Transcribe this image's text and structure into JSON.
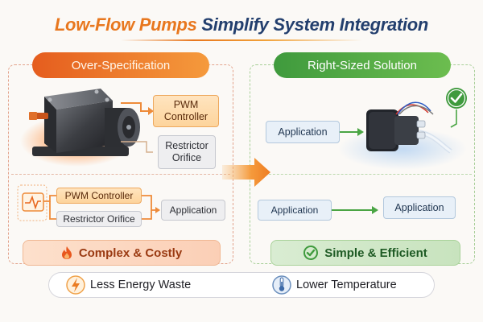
{
  "title": {
    "part1": "Low-Flow Pumps",
    "part2": "Simplify System Integration"
  },
  "left": {
    "header": "Over-Specification",
    "pwm_controller": "PWM\nController",
    "restrictor_orifice": "Restrictor\nOrifice",
    "pwm_controller_small": "PWM Controller",
    "restrictor_orifice_small": "Restrictor Orifice",
    "application": "Application",
    "footer": "Complex & Costly"
  },
  "right": {
    "header": "Right-Sized Solution",
    "application_top": "Application",
    "application_bottom_left": "Application",
    "application_bottom_right": "Application",
    "footer": "Simple & Efficient"
  },
  "bottom": {
    "energy": "Less Energy Waste",
    "temperature": "Lower Temperature"
  },
  "colors": {
    "accent_orange": "#e8771e",
    "accent_navy": "#233f6e",
    "accent_green": "#3f9a3d"
  },
  "icons": [
    "pulse-icon",
    "flame-icon",
    "check-icon",
    "lightning-icon",
    "thermometer-icon"
  ]
}
